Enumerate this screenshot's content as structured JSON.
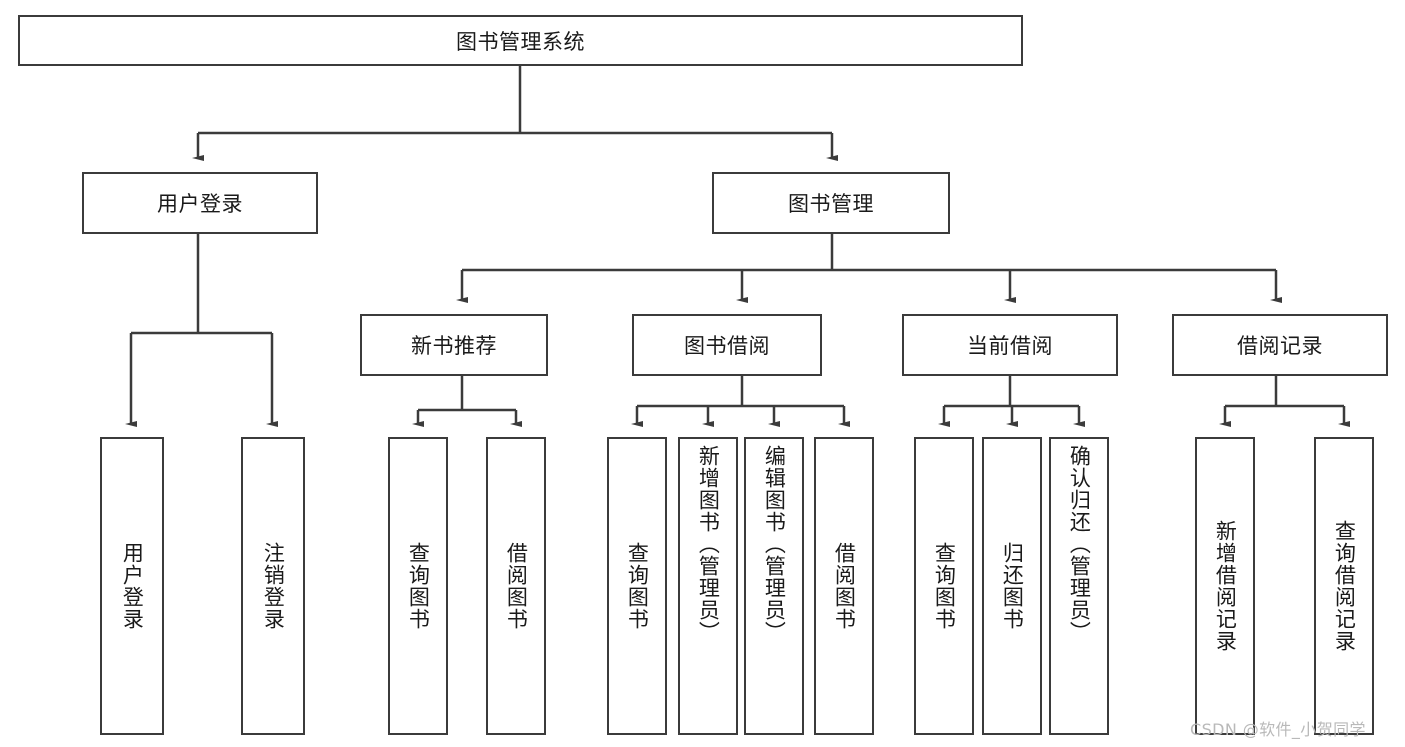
{
  "diagram": {
    "title": "图书管理系统",
    "root": {
      "label": "图书管理系统"
    },
    "level2": [
      {
        "label": "用户登录"
      },
      {
        "label": "图书管理"
      }
    ],
    "level3": [
      {
        "label": "新书推荐"
      },
      {
        "label": "图书借阅"
      },
      {
        "label": "当前借阅"
      },
      {
        "label": "借阅记录"
      }
    ],
    "leaves": {
      "user_login": [
        {
          "label": "用户登录"
        },
        {
          "label": "注销登录"
        }
      ],
      "new_book_recommend": [
        {
          "label": "查询图书"
        },
        {
          "label": "借阅图书"
        }
      ],
      "book_borrow": [
        {
          "label": "查询图书"
        },
        {
          "label": "新增图书（管理员）"
        },
        {
          "label": "编辑图书（管理员）"
        },
        {
          "label": "借阅图书"
        }
      ],
      "current_borrow": [
        {
          "label": "查询图书"
        },
        {
          "label": "归还图书"
        },
        {
          "label": "确认归还（管理员）"
        }
      ],
      "borrow_records": [
        {
          "label": "新增借阅记录"
        },
        {
          "label": "查询借阅记录"
        }
      ]
    },
    "watermark": "CSDN @软件_小贺同学",
    "colors": {
      "stroke": "#3b3b3b",
      "background": "#ffffff",
      "text": "#1a1a1a",
      "watermark": "#b9b9b9"
    }
  }
}
